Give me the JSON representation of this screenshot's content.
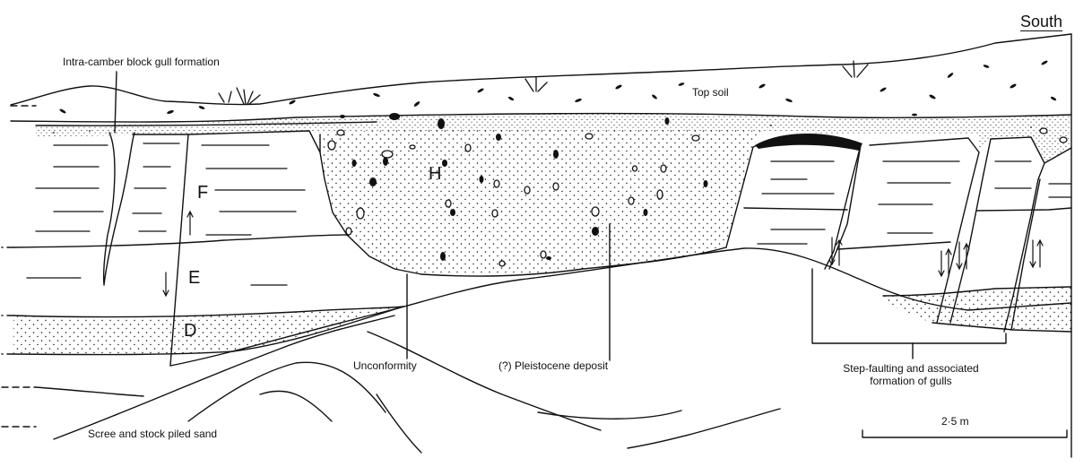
{
  "header": {
    "direction": "South"
  },
  "labels": {
    "gull_formation": "Intra-camber block gull formation",
    "top_soil": "Top soil",
    "unconformity": "Unconformity",
    "pleistocene": "(?) Pleistocene deposit",
    "step_faulting_line1": "Step-faulting and associated",
    "step_faulting_line2": "formation of gulls",
    "scree": "Scree and stock piled sand"
  },
  "units": {
    "h": "H",
    "f": "F",
    "e": "E",
    "d": "D"
  },
  "scale_bar": {
    "label": "2·5 m"
  },
  "colors": {
    "ink": "#111111",
    "paper": "#ffffff"
  }
}
